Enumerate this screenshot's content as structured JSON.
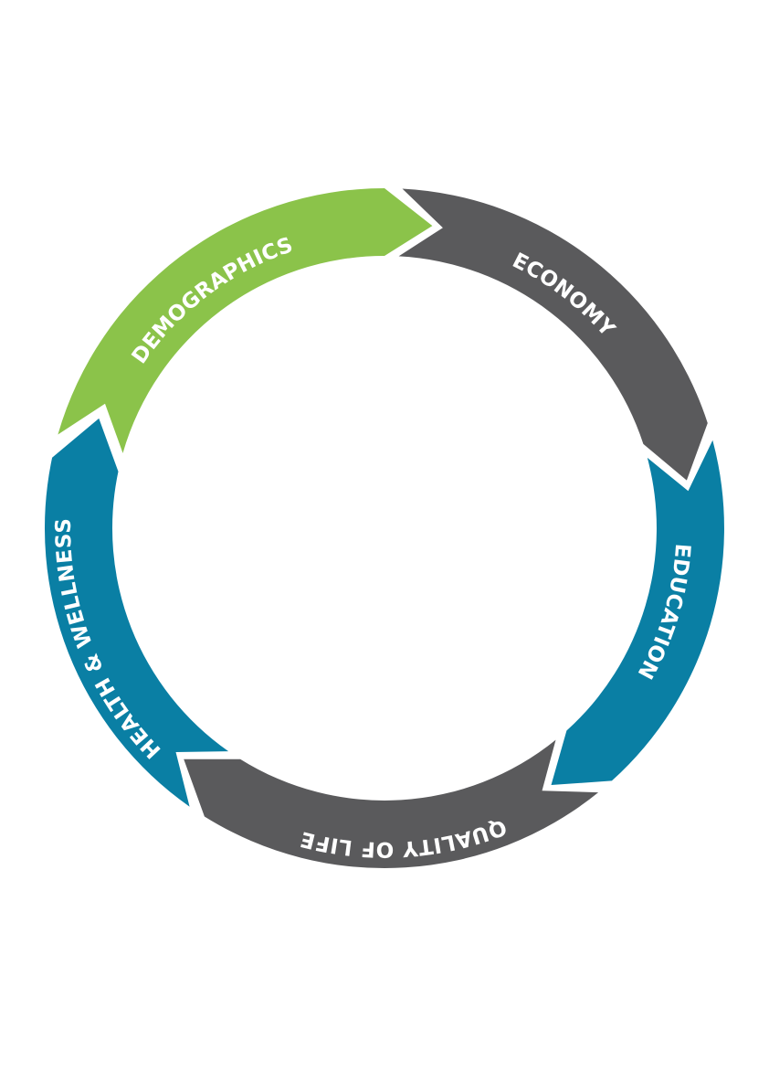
{
  "diagram": {
    "segments": [
      {
        "id": "demographics",
        "label": "DEMOGRAPHICS",
        "color": "#8bc34a"
      },
      {
        "id": "economy",
        "label": "ECONOMY",
        "color": "#5a5a5c"
      },
      {
        "id": "education",
        "label": "EDUCATION",
        "color": "#0a7fa4"
      },
      {
        "id": "quality-of-life",
        "label": "QUALITY OF LIFE",
        "color": "#5a5a5c"
      },
      {
        "id": "health-wellness",
        "label": "HEALTH & WELLNESS",
        "color": "#0a7fa4"
      }
    ]
  }
}
